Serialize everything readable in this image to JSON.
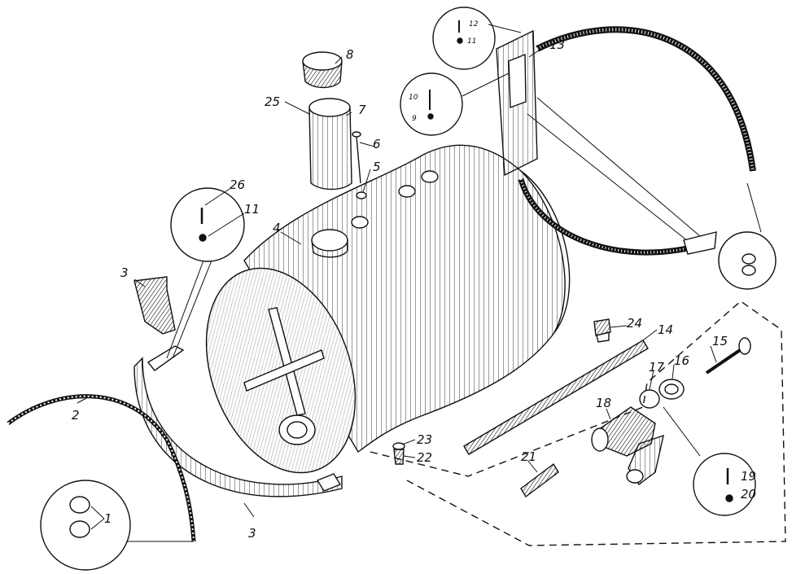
{
  "diagram": {
    "callouts": [
      {
        "id": "c1",
        "label": "1"
      },
      {
        "id": "c2",
        "label": "2"
      },
      {
        "id": "c3a",
        "label": "3"
      },
      {
        "id": "c3b",
        "label": "3"
      },
      {
        "id": "c4",
        "label": "4"
      },
      {
        "id": "c5",
        "label": "5"
      },
      {
        "id": "c6",
        "label": "6"
      },
      {
        "id": "c7",
        "label": "7"
      },
      {
        "id": "c8",
        "label": "8"
      },
      {
        "id": "c9",
        "label": "9"
      },
      {
        "id": "c10",
        "label": "10"
      },
      {
        "id": "c11a",
        "label": "11"
      },
      {
        "id": "c11b",
        "label": "11"
      },
      {
        "id": "c12",
        "label": "12"
      },
      {
        "id": "c13",
        "label": "13"
      },
      {
        "id": "c14",
        "label": "14"
      },
      {
        "id": "c15",
        "label": "15"
      },
      {
        "id": "c16",
        "label": "16"
      },
      {
        "id": "c17",
        "label": "17"
      },
      {
        "id": "c18",
        "label": "18"
      },
      {
        "id": "c19",
        "label": "19"
      },
      {
        "id": "c20",
        "label": "20"
      },
      {
        "id": "c21",
        "label": "21"
      },
      {
        "id": "c22",
        "label": "22"
      },
      {
        "id": "c23",
        "label": "23"
      },
      {
        "id": "c24",
        "label": "24"
      },
      {
        "id": "c25",
        "label": "25"
      },
      {
        "id": "c26",
        "label": "26"
      }
    ],
    "colors": {
      "ink": "#111111",
      "paper": "#ffffff"
    }
  }
}
